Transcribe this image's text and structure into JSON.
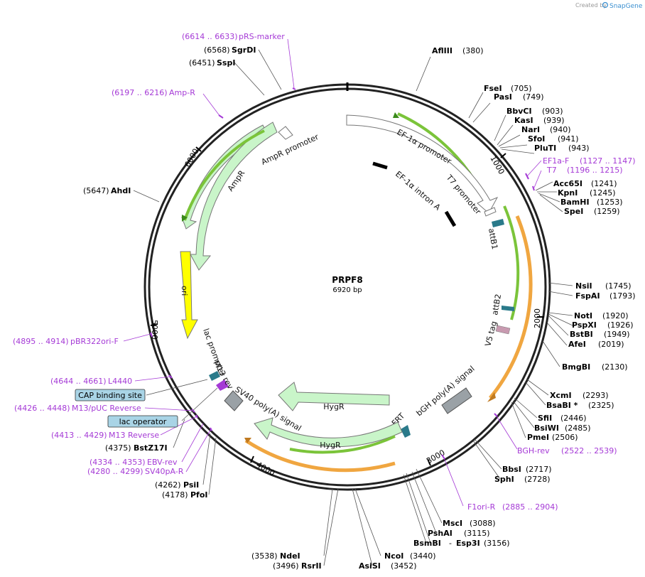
{
  "credit": {
    "prefix": "Created by",
    "brand": "SnapGene"
  },
  "plasmid": {
    "name": "PRPF8",
    "size": "6920 bp"
  },
  "ticks": [
    "1000",
    "2000",
    "3000",
    "4000",
    "5000",
    "6000"
  ],
  "sites": [
    {
      "name": "AflIII",
      "pos": "(380)"
    },
    {
      "name": "FseI",
      "pos": "(705)"
    },
    {
      "name": "PasI",
      "pos": "(749)"
    },
    {
      "name": "BbvCI",
      "pos": "(903)"
    },
    {
      "name": "KasI",
      "pos": "(939)"
    },
    {
      "name": "NarI",
      "pos": "(940)"
    },
    {
      "name": "SfoI",
      "pos": "(941)"
    },
    {
      "name": "PluTI",
      "pos": "(943)"
    },
    {
      "name": "Acc65I",
      "pos": "(1241)"
    },
    {
      "name": "KpnI",
      "pos": "(1245)"
    },
    {
      "name": "BamHI",
      "pos": "(1253)"
    },
    {
      "name": "SpeI",
      "pos": "(1259)"
    },
    {
      "name": "NsiI",
      "pos": "(1745)"
    },
    {
      "name": "FspAI",
      "pos": "(1793)"
    },
    {
      "name": "NotI",
      "pos": "(1920)"
    },
    {
      "name": "PspXI",
      "pos": "(1926)"
    },
    {
      "name": "BstBI",
      "pos": "(1949)"
    },
    {
      "name": "AfeI",
      "pos": "(2019)"
    },
    {
      "name": "BmgBI",
      "pos": "(2130)"
    },
    {
      "name": "XcmI",
      "pos": "(2293)"
    },
    {
      "name": "BsaBI *",
      "pos": "(2325)"
    },
    {
      "name": "SfiI",
      "pos": "(2446)"
    },
    {
      "name": "BsiWI",
      "pos": "(2485)"
    },
    {
      "name": "PmeI",
      "pos": "(2506)"
    },
    {
      "name": "BbsI",
      "pos": "(2717)"
    },
    {
      "name": "SphI",
      "pos": "(2728)"
    },
    {
      "name": "MscI",
      "pos": "(3088)"
    },
    {
      "name": "PshAI",
      "pos": "(3115)"
    },
    {
      "name": "BsmBI",
      "pos": ""
    },
    {
      "name": "Esp3I",
      "pos": "(3156)"
    },
    {
      "name": "NcoI",
      "pos": "(3440)"
    },
    {
      "name": "AsiSI",
      "pos": "(3452)"
    },
    {
      "name": "NdeI",
      "pos": "(3538)"
    },
    {
      "name": "RsrII",
      "pos": "(3496)"
    },
    {
      "name": "PsiI",
      "pos": "(4262)"
    },
    {
      "name": "PfoI",
      "pos": "(4178)"
    },
    {
      "name": "BstZ17I",
      "pos": "(4375)"
    },
    {
      "name": "AhdI",
      "pos": "(5647)"
    },
    {
      "name": "SspI",
      "pos": "(6451)"
    },
    {
      "name": "SgrDI",
      "pos": "(6568)"
    }
  ],
  "primers": [
    {
      "range": "(6614 .. 6633)",
      "name": "pRS-marker"
    },
    {
      "range": "(6197 .. 6216)",
      "name": "Amp-R"
    },
    {
      "range": "(1127 .. 1147)",
      "name": "EF1a-F"
    },
    {
      "range": "(1196 .. 1215)",
      "name": "T7"
    },
    {
      "range": "(2522 .. 2539)",
      "name": "BGH-rev"
    },
    {
      "range": "(2885 .. 2904)",
      "name": "F1ori-R"
    },
    {
      "range": "(4895 .. 4914)",
      "name": "pBR322ori-F"
    },
    {
      "range": "(4644 .. 4661)",
      "name": "L4440"
    },
    {
      "range": "(4426 .. 4448)",
      "name": "M13/pUC Reverse"
    },
    {
      "range": "(4413 .. 4429)",
      "name": "M13 Reverse"
    },
    {
      "range": "(4334 .. 4353)",
      "name": "EBV-rev"
    },
    {
      "range": "(4280 .. 4299)",
      "name": "SV40pA-R"
    }
  ],
  "boxes": [
    "CAP binding site",
    "lac operator"
  ],
  "features": [
    "EF-1α promoter",
    "T7 promoter",
    "EF-1α intron A",
    "attB1",
    "attB2",
    "V5 tag",
    "bGH poly(A) signal",
    "FRT",
    "HygR",
    "HygR",
    "SV40 poly(A) signal",
    "M13 rev",
    "lac promoter",
    "ori",
    "AmpR",
    "AmpR promoter"
  ],
  "colors": {
    "ring": "#222222",
    "primer": "#a53ad6",
    "green": "#7bc43a",
    "orange": "#f0a640",
    "arrowFill": "#c9f5c9",
    "ori": "#ffff00"
  }
}
